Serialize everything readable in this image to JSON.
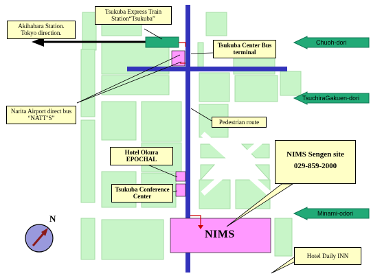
{
  "labels": {
    "akihabara": "Akihabara Station. Tokyo direction.",
    "express_station": "Tsukuba Express Train Station“Tsukuba”",
    "tsukuba_center": "Tsukuba Center Bus terminal",
    "narita_bus": "Narita Airport direct bus “NATT’S”",
    "pedestrian": "Pedestrian route",
    "hotel_okura": "Hotel Okura EPOCHAL",
    "conference": "Tsukuba Conference Center",
    "nims_site_name": "NIMS Sengen site",
    "nims_site_phone": "029-859-2000",
    "nims": "NIMS",
    "hotel_daily": "Hotel Daily INN",
    "north": "N"
  },
  "roads": {
    "chuoh": "Chuoh-dori",
    "tsuchiura": "TsuchiraGakuen-dori",
    "minami": "Minami-odori"
  },
  "colors": {
    "block": "#c8f5c8",
    "block_border": "#a6dca6",
    "main_route": "#3333bb",
    "building": "#ff99ff",
    "station": "#22aa77",
    "callout": "#ffffc6",
    "arrow": "#22aa77",
    "path": "#cc0000",
    "compass": "#9999dd",
    "compass_needle": "#8b1a1a"
  }
}
